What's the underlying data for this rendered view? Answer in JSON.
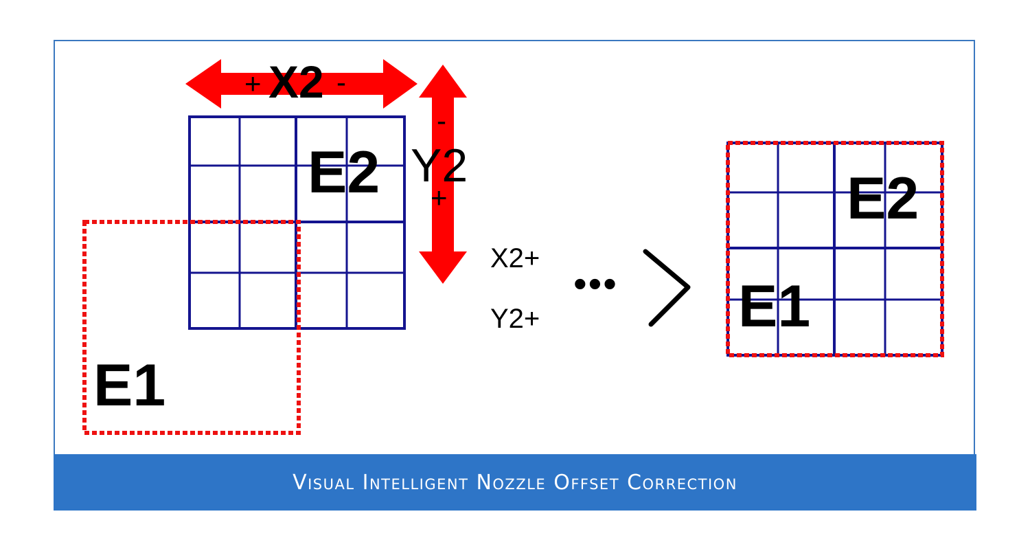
{
  "diagram": {
    "left_panel": {
      "e2_label": "E2",
      "e1_label": "E1",
      "x_arrow": {
        "plus": "+",
        "label": "X2",
        "minus": "-"
      },
      "y_arrow": {
        "minus": "-",
        "label": "Y2",
        "plus": "+"
      }
    },
    "middle": {
      "x_step": "X2+",
      "y_step": "Y2+",
      "ellipsis": "•••"
    },
    "right_panel": {
      "e2_label": "E2",
      "e1_label": "E1"
    },
    "colors": {
      "grid": "#14148f",
      "dashed": "#ee1111",
      "arrow": "#ff0000",
      "caption_bg": "#2e75c7"
    }
  },
  "caption": {
    "title": "Visual Intelligent Nozzle Offset Correction"
  }
}
